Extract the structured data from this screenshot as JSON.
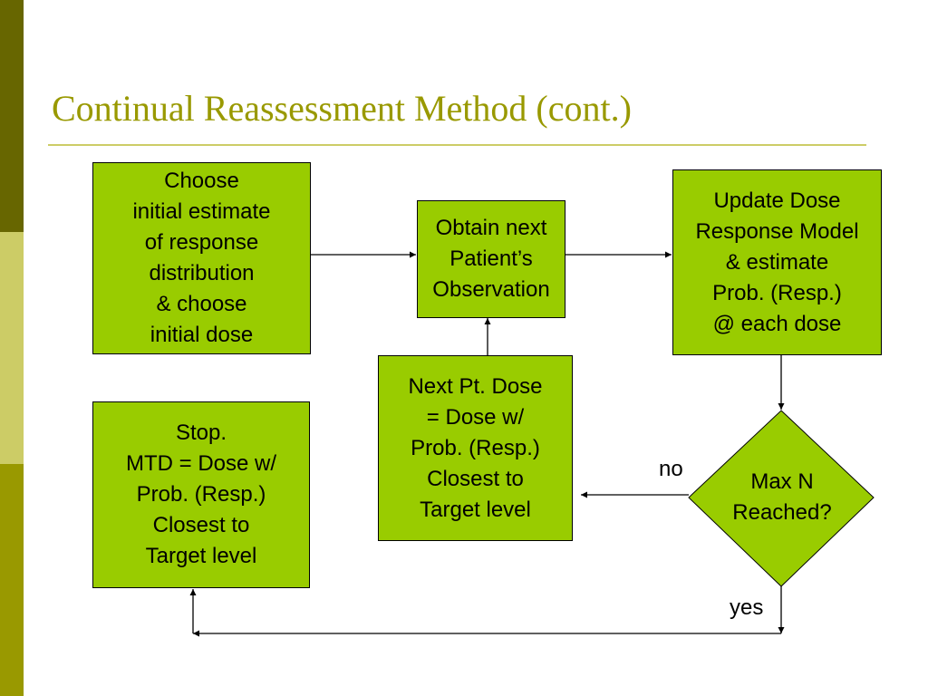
{
  "slide": {
    "title": "Continual Reassessment Method (cont.)"
  },
  "theme": {
    "title_color": "#999900",
    "rule_color": "#cccc66",
    "box_fill": "#99cc00",
    "sidebar_colors": [
      "#676600",
      "#cccc66",
      "#999900"
    ]
  },
  "flowchart": {
    "choose_initial": "Choose\ninitial estimate\nof response\ndistribution\n& choose\ninitial dose",
    "obtain_observation": "Obtain next\nPatient’s\nObservation",
    "update_model": "Update Dose\nResponse Model\n& estimate\nProb. (Resp.)\n@ each dose",
    "next_dose": "Next Pt. Dose\n= Dose w/\nProb. (Resp.)\nClosest to\nTarget level",
    "stop": "Stop.\nMTD = Dose w/\nProb. (Resp.)\nClosest to\nTarget level",
    "decision": "Max N\nReached?",
    "label_no": "no",
    "label_yes": "yes"
  }
}
